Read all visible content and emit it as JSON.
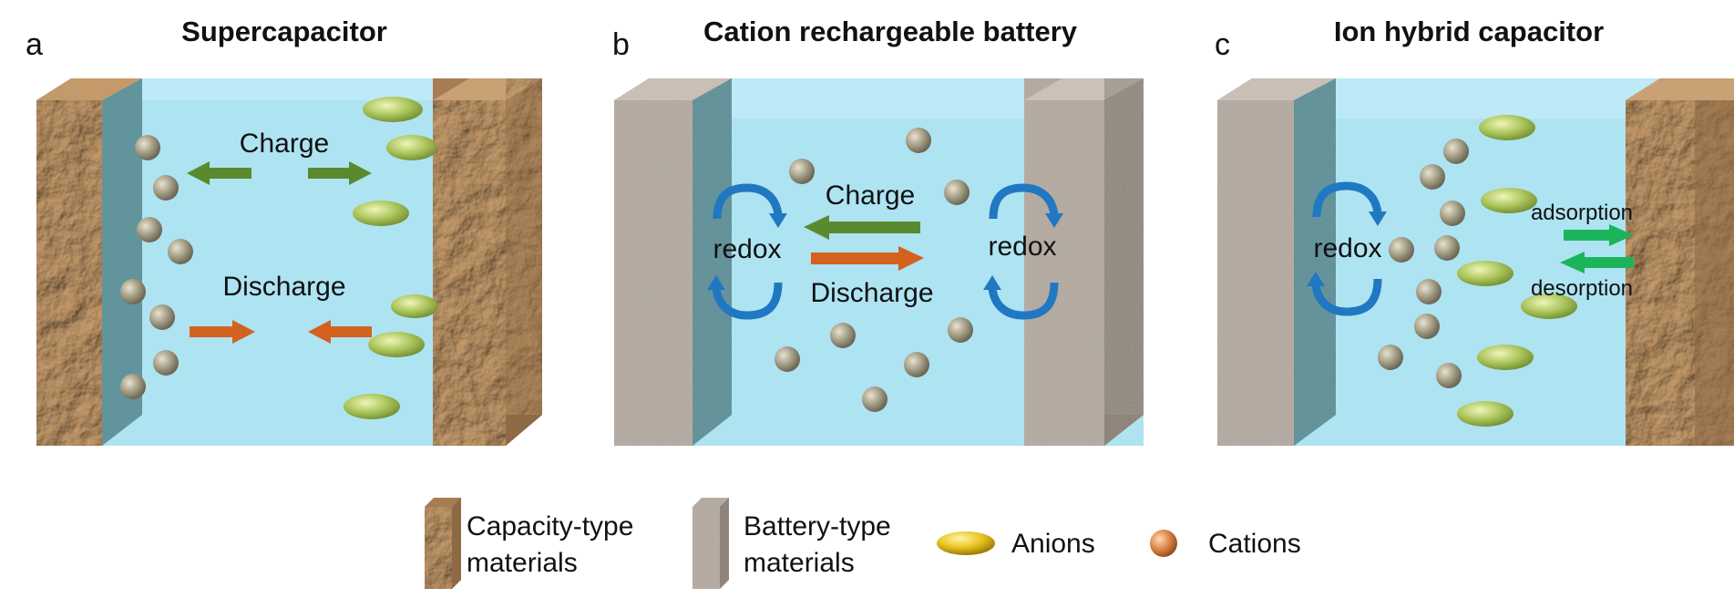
{
  "panels": [
    {
      "letter": "a",
      "title": "Supercapacitor",
      "charge": "Charge",
      "discharge": "Discharge"
    },
    {
      "letter": "b",
      "title": "Cation rechargeable battery",
      "charge": "Charge",
      "discharge": "Discharge",
      "redox_left": "redox",
      "redox_right": "redox"
    },
    {
      "letter": "c",
      "title": "Ion hybrid capacitor",
      "redox": "redox",
      "adsorption": "adsorption",
      "desorption": "desorption"
    }
  ],
  "legend": {
    "capacity_line1": "Capacity-type",
    "capacity_line2": "materials",
    "battery_line1": "Battery-type",
    "battery_line2": "materials",
    "anions": "Anions",
    "cations": "Cations"
  },
  "colors": {
    "electrolyte": "#aee3f2",
    "capacity_material": "#a87c52",
    "battery_material": "#b5aaa0",
    "separator_layer": "#5a8e98",
    "cation": "#a09a84",
    "anion": "#a8c257",
    "charge_arrow": "#5a8a2e",
    "discharge_arrow": "#d2621d",
    "redox_arrow": "#1f78c1",
    "adsorption_arrow": "#1cb45b"
  }
}
